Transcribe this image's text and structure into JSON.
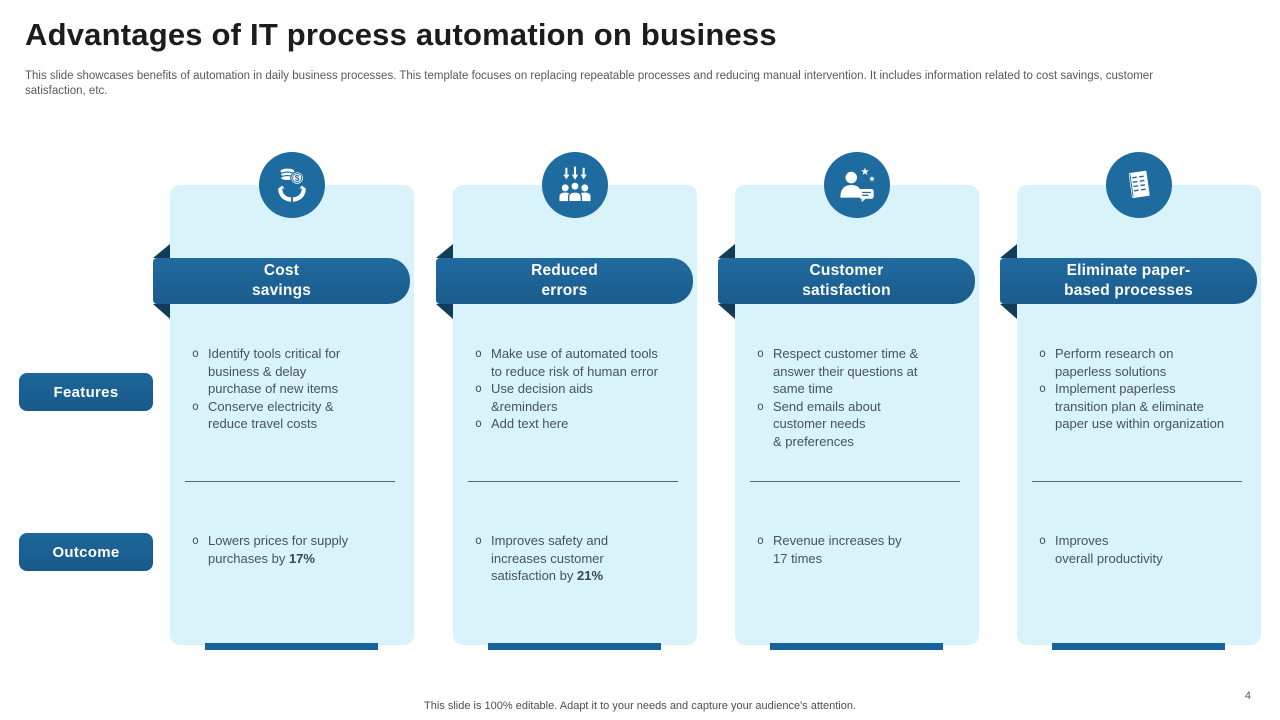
{
  "slide": {
    "title": "Advantages of IT process automation on business",
    "subtitle": "This slide showcases benefits of automation in daily business processes. This template focuses on replacing repeatable processes and reducing manual intervention. It includes information related to cost savings, customer satisfaction, etc.",
    "footer": "This slide is 100% editable. Adapt it to your needs and capture your audience's attention.",
    "page_number": "4"
  },
  "row_labels": {
    "features": "Features",
    "outcome": "Outcome"
  },
  "bullet_char": "o",
  "colors": {
    "accent_band": "#1a5c8d",
    "icon_circle": "#1e6ba0",
    "fold": "#133c59",
    "card_bg": "#d9f3fb",
    "bottom_bar": "#15629c",
    "body_text": "#47525c"
  },
  "cards": [
    {
      "icon": "hands-holding-coins-icon",
      "title": "Cost\nsavings",
      "features": [
        "Identify tools critical for\nbusiness & delay\npurchase of new items",
        "Conserve electricity &\nreduce travel costs"
      ],
      "outcome": {
        "pre": "Lowers prices for supply\npurchases by ",
        "bold": "17%"
      }
    },
    {
      "icon": "people-down-arrows-icon",
      "title": "Reduced\nerrors",
      "features": [
        "Make use of automated tools\nto reduce risk of human error",
        "Use decision aids\n&reminders",
        "Add text here"
      ],
      "outcome": {
        "pre": "Improves safety and\nincreases customer\nsatisfaction by ",
        "bold": "21%"
      }
    },
    {
      "icon": "person-stars-chat-icon",
      "title": "Customer\nsatisfaction",
      "features": [
        "Respect customer time &\nanswer their questions at\nsame time",
        "Send emails about\ncustomer needs\n& preferences"
      ],
      "outcome": {
        "pre": "Revenue increases by\n17 times",
        "bold": ""
      }
    },
    {
      "icon": "paper-document-icon",
      "title": "Eliminate paper-\nbased processes",
      "features": [
        "Perform research on\npaperless solutions",
        "Implement paperless\ntransition plan & eliminate\npaper use within organization"
      ],
      "outcome": {
        "pre": "Improves\noverall productivity",
        "bold": ""
      }
    }
  ]
}
